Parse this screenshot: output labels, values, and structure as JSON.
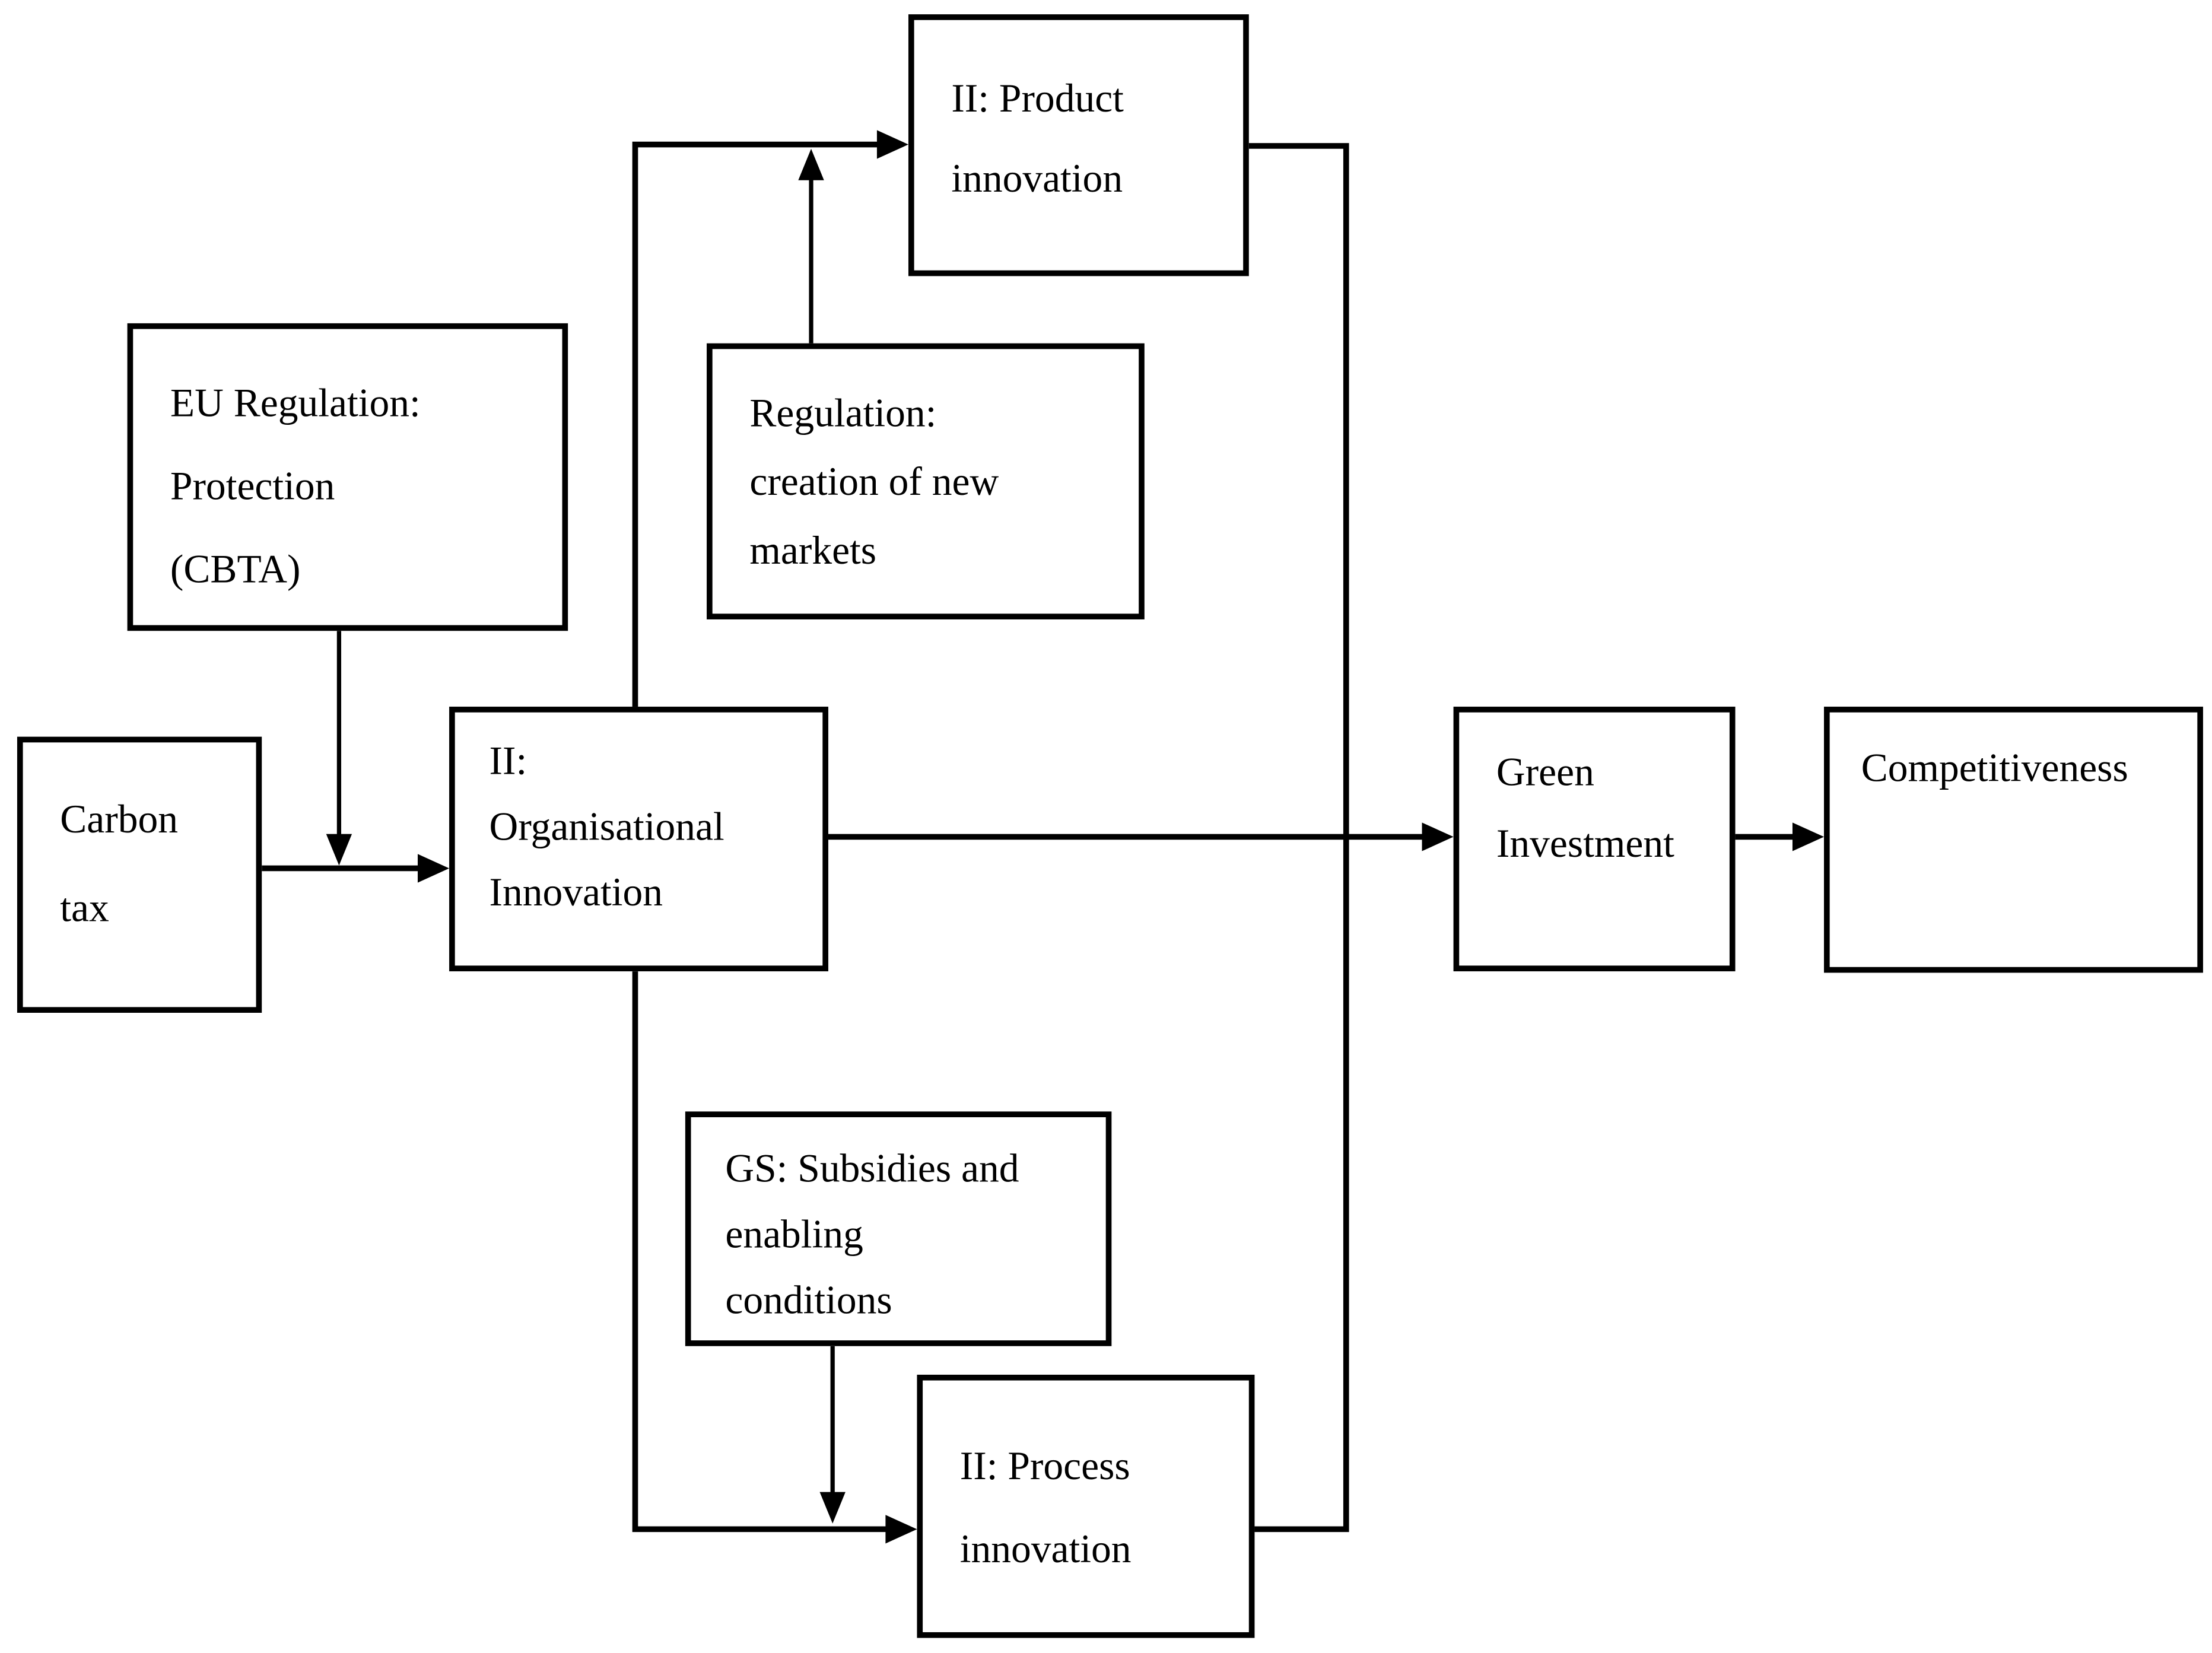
{
  "diagram": {
    "background": "#ffffff",
    "line_color": "#000000",
    "text_color": "#000000",
    "boxes": {
      "carbon_tax": {
        "lines": [
          "Carbon",
          "tax"
        ]
      },
      "eu_regulation": {
        "lines": [
          "EU Regulation:",
          "Protection",
          "(CBTA)"
        ]
      },
      "org_innovation": {
        "lines": [
          "II:",
          "Organisational",
          "Innovation"
        ]
      },
      "product_innovation": {
        "lines": [
          "II: Product",
          "innovation"
        ]
      },
      "regulation_markets": {
        "lines": [
          "Regulation:",
          "creation of new",
          "markets"
        ]
      },
      "gs_subsidies": {
        "lines": [
          "GS: Subsidies and",
          "enabling",
          "conditions"
        ]
      },
      "process_innovation": {
        "lines": [
          "II: Process",
          "innovation"
        ]
      },
      "green_investment": {
        "lines": [
          "Green",
          "Investment"
        ]
      },
      "competitiveness": {
        "lines": [
          "Competitiveness"
        ]
      }
    },
    "connectors": [
      {
        "from": "carbon_tax",
        "to": "org_innovation",
        "type": "directed-arrow"
      },
      {
        "from": "eu_regulation",
        "to": "carbon_tax-org_innovation-line",
        "type": "moderating-arrow"
      },
      {
        "from": "org_innovation",
        "to": "product_innovation",
        "type": "directed-arrow"
      },
      {
        "from": "regulation_markets",
        "to": "org_innovation-product_innovation-line",
        "type": "moderating-arrow"
      },
      {
        "from": "org_innovation",
        "to": "process_innovation",
        "type": "directed-arrow"
      },
      {
        "from": "gs_subsidies",
        "to": "org_innovation-process_innovation-line",
        "type": "moderating-arrow"
      },
      {
        "from": "org_innovation",
        "to": "green_investment",
        "type": "directed-arrow"
      },
      {
        "from": "product_innovation",
        "to": "green_investment-merge-line",
        "type": "line"
      },
      {
        "from": "process_innovation",
        "to": "green_investment-merge-line",
        "type": "line"
      },
      {
        "from": "green_investment",
        "to": "competitiveness",
        "type": "directed-arrow"
      }
    ]
  }
}
